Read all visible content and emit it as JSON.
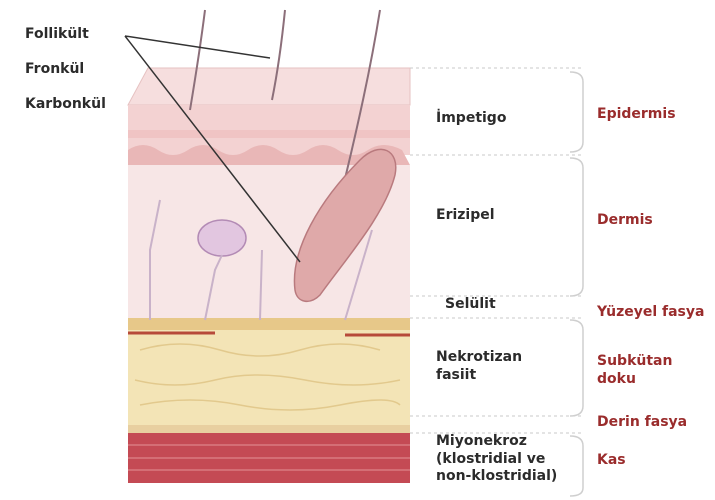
{
  "top_labels": [
    "Follikült",
    "Fronkül",
    "Karbonkül"
  ],
  "infections": {
    "impetigo": "İmpetigo",
    "erizipel": "Erizipel",
    "selulit": "Selülit",
    "nekrotizan": "Nekrotizan\nfasiit",
    "miyonekroz": "Miyonekroz\n(klostridial ve\nnon-klostridial)"
  },
  "layers": {
    "epidermis": "Epidermis",
    "dermis": "Dermis",
    "yuzeyel_fasya": "Yüzeyel fasya",
    "subkutan": "Subkütan\ndoku",
    "derin_fasya": "Derin fasya",
    "kas": "Kas"
  },
  "colors": {
    "epidermis": "#f3d2d2",
    "dermis": "#f7e6e6",
    "fat": "#f3e4b6",
    "fascia": "#e7c889",
    "muscle": "#c44a54",
    "label_red": "#9a2c2c"
  }
}
